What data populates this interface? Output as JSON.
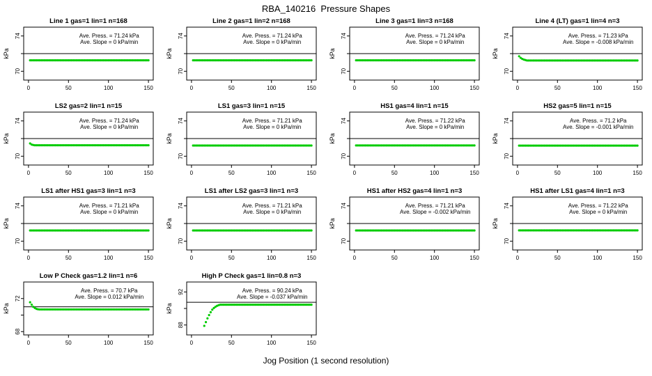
{
  "header": {
    "title": "RBA_140216  Pressure Shapes"
  },
  "footer": {
    "xlabel": "Jog Position (1 second resolution)"
  },
  "colors": {
    "data": "#00cc00",
    "axis": "#000000",
    "background": "#ffffff"
  },
  "chart_data": [
    {
      "type": "scatter",
      "title": "Line 1 gas=1 lin=1 n=168",
      "ylabel": "kPa",
      "xlim": [
        -6,
        156
      ],
      "xticks": [
        0,
        50,
        100,
        150
      ],
      "ylim": [
        69,
        75
      ],
      "ytick_marks": [
        70,
        72,
        74
      ],
      "ytick_labels": [
        70,
        74
      ],
      "ref_lines": [
        72
      ],
      "annotation": {
        "press": "Ave. Press. =  71.24  kPa",
        "slope": "Ave. Slope =  0  kPa/min"
      },
      "series": {
        "x_start": 2,
        "x_end": 150,
        "x_step": 2,
        "y_flat": 71.24,
        "lead_points": []
      }
    },
    {
      "type": "scatter",
      "title": "Line 2 gas=1 lin=2 n=168",
      "ylabel": "kPa",
      "xlim": [
        -6,
        156
      ],
      "xticks": [
        0,
        50,
        100,
        150
      ],
      "ylim": [
        69,
        75
      ],
      "ytick_marks": [
        70,
        72,
        74
      ],
      "ytick_labels": [
        70,
        74
      ],
      "ref_lines": [
        72
      ],
      "annotation": {
        "press": "Ave. Press. =  71.24  kPa",
        "slope": "Ave. Slope =  0  kPa/min"
      },
      "series": {
        "x_start": 2,
        "x_end": 150,
        "x_step": 2,
        "y_flat": 71.24,
        "lead_points": []
      }
    },
    {
      "type": "scatter",
      "title": "Line 3 gas=1 lin=3 n=168",
      "ylabel": "kPa",
      "xlim": [
        -6,
        156
      ],
      "xticks": [
        0,
        50,
        100,
        150
      ],
      "ylim": [
        69,
        75
      ],
      "ytick_marks": [
        70,
        72,
        74
      ],
      "ytick_labels": [
        70,
        74
      ],
      "ref_lines": [
        72
      ],
      "annotation": {
        "press": "Ave. Press. =  71.24  kPa",
        "slope": "Ave. Slope =  0  kPa/min"
      },
      "series": {
        "x_start": 2,
        "x_end": 150,
        "x_step": 2,
        "y_flat": 71.24,
        "lead_points": []
      }
    },
    {
      "type": "scatter",
      "title": "Line 4 (LT) gas=1 lin=4 n=3",
      "ylabel": "kPa",
      "xlim": [
        -6,
        156
      ],
      "xticks": [
        0,
        50,
        100,
        150
      ],
      "ylim": [
        69,
        75
      ],
      "ytick_marks": [
        70,
        72,
        74
      ],
      "ytick_labels": [
        70,
        74
      ],
      "ref_lines": [
        72
      ],
      "annotation": {
        "press": "Ave. Press. =  71.23  kPa",
        "slope": "Ave. Slope =  -0.008  kPa/min"
      },
      "series": {
        "x_start": 2,
        "x_end": 150,
        "x_step": 2,
        "y_flat": 71.22,
        "lead_points": [
          [
            2,
            71.7
          ],
          [
            4,
            71.52
          ],
          [
            6,
            71.4
          ],
          [
            8,
            71.32
          ],
          [
            10,
            71.27
          ]
        ]
      }
    },
    {
      "type": "scatter",
      "title": "LS2 gas=2 lin=1 n=15",
      "ylabel": "kPa",
      "xlim": [
        -6,
        156
      ],
      "xticks": [
        0,
        50,
        100,
        150
      ],
      "ylim": [
        69,
        75
      ],
      "ytick_marks": [
        70,
        72,
        74
      ],
      "ytick_labels": [
        70,
        74
      ],
      "ref_lines": [
        72
      ],
      "annotation": {
        "press": "Ave. Press. =  71.24  kPa",
        "slope": "Ave. Slope =  0  kPa/min"
      },
      "series": {
        "x_start": 2,
        "x_end": 150,
        "x_step": 2,
        "y_flat": 71.24,
        "lead_points": [
          [
            2,
            71.45
          ],
          [
            4,
            71.32
          ],
          [
            6,
            71.27
          ]
        ]
      }
    },
    {
      "type": "scatter",
      "title": "LS1 gas=3 lin=1 n=15",
      "ylabel": "kPa",
      "xlim": [
        -6,
        156
      ],
      "xticks": [
        0,
        50,
        100,
        150
      ],
      "ylim": [
        69,
        75
      ],
      "ytick_marks": [
        70,
        72,
        74
      ],
      "ytick_labels": [
        70,
        74
      ],
      "ref_lines": [
        72
      ],
      "annotation": {
        "press": "Ave. Press. =  71.21  kPa",
        "slope": "Ave. Slope =  0  kPa/min"
      },
      "series": {
        "x_start": 2,
        "x_end": 150,
        "x_step": 2,
        "y_flat": 71.21,
        "lead_points": []
      }
    },
    {
      "type": "scatter",
      "title": "HS1 gas=4 lin=1 n=15",
      "ylabel": "kPa",
      "xlim": [
        -6,
        156
      ],
      "xticks": [
        0,
        50,
        100,
        150
      ],
      "ylim": [
        69,
        75
      ],
      "ytick_marks": [
        70,
        72,
        74
      ],
      "ytick_labels": [
        70,
        74
      ],
      "ref_lines": [
        72
      ],
      "annotation": {
        "press": "Ave. Press. =  71.22  kPa",
        "slope": "Ave. Slope =  0  kPa/min"
      },
      "series": {
        "x_start": 2,
        "x_end": 150,
        "x_step": 2,
        "y_flat": 71.22,
        "lead_points": []
      }
    },
    {
      "type": "scatter",
      "title": "HS2 gas=5 lin=1 n=15",
      "ylabel": "kPa",
      "xlim": [
        -6,
        156
      ],
      "xticks": [
        0,
        50,
        100,
        150
      ],
      "ylim": [
        69,
        75
      ],
      "ytick_marks": [
        70,
        72,
        74
      ],
      "ytick_labels": [
        70,
        74
      ],
      "ref_lines": [
        72
      ],
      "annotation": {
        "press": "Ave. Press. =  71.2  kPa",
        "slope": "Ave. Slope =  -0.001  kPa/min"
      },
      "series": {
        "x_start": 2,
        "x_end": 150,
        "x_step": 2,
        "y_flat": 71.2,
        "lead_points": []
      }
    },
    {
      "type": "scatter",
      "title": "LS1 after HS1 gas=3 lin=1 n=3",
      "ylabel": "kPa",
      "xlim": [
        -6,
        156
      ],
      "xticks": [
        0,
        50,
        100,
        150
      ],
      "ylim": [
        69,
        75
      ],
      "ytick_marks": [
        70,
        72,
        74
      ],
      "ytick_labels": [
        70,
        74
      ],
      "ref_lines": [
        72
      ],
      "annotation": {
        "press": "Ave. Press. =  71.21  kPa",
        "slope": "Ave. Slope =  0  kPa/min"
      },
      "series": {
        "x_start": 2,
        "x_end": 150,
        "x_step": 2,
        "y_flat": 71.21,
        "lead_points": []
      }
    },
    {
      "type": "scatter",
      "title": "LS1 after LS2 gas=3 lin=1 n=3",
      "ylabel": "kPa",
      "xlim": [
        -6,
        156
      ],
      "xticks": [
        0,
        50,
        100,
        150
      ],
      "ylim": [
        69,
        75
      ],
      "ytick_marks": [
        70,
        72,
        74
      ],
      "ytick_labels": [
        70,
        74
      ],
      "ref_lines": [
        72
      ],
      "annotation": {
        "press": "Ave. Press. =  71.21  kPa",
        "slope": "Ave. Slope =  0  kPa/min"
      },
      "series": {
        "x_start": 2,
        "x_end": 150,
        "x_step": 2,
        "y_flat": 71.21,
        "lead_points": []
      }
    },
    {
      "type": "scatter",
      "title": "HS1 after HS2 gas=4 lin=1 n=3",
      "ylabel": "kPa",
      "xlim": [
        -6,
        156
      ],
      "xticks": [
        0,
        50,
        100,
        150
      ],
      "ylim": [
        69,
        75
      ],
      "ytick_marks": [
        70,
        72,
        74
      ],
      "ytick_labels": [
        70,
        74
      ],
      "ref_lines": [
        72
      ],
      "annotation": {
        "press": "Ave. Press. =  71.21  kPa",
        "slope": "Ave. Slope =  -0.002  kPa/min"
      },
      "series": {
        "x_start": 2,
        "x_end": 150,
        "x_step": 2,
        "y_flat": 71.21,
        "lead_points": []
      }
    },
    {
      "type": "scatter",
      "title": "HS1 after LS1 gas=4 lin=1 n=3",
      "ylabel": "kPa",
      "xlim": [
        -6,
        156
      ],
      "xticks": [
        0,
        50,
        100,
        150
      ],
      "ylim": [
        69,
        75
      ],
      "ytick_marks": [
        70,
        72,
        74
      ],
      "ytick_labels": [
        70,
        74
      ],
      "ref_lines": [
        72
      ],
      "annotation": {
        "press": "Ave. Press. =  71.22  kPa",
        "slope": "Ave. Slope =  0  kPa/min"
      },
      "series": {
        "x_start": 2,
        "x_end": 150,
        "x_step": 2,
        "y_flat": 71.22,
        "lead_points": []
      }
    },
    {
      "type": "scatter",
      "title": "Low P Check gas=1.2 lin=1 n=6",
      "ylabel": "kPa",
      "xlim": [
        -6,
        156
      ],
      "xticks": [
        0,
        50,
        100,
        150
      ],
      "ylim": [
        67.6,
        74.0
      ],
      "ytick_marks": [
        68,
        70,
        72
      ],
      "ytick_labels": [
        68,
        72
      ],
      "ref_lines": [
        71
      ],
      "annotation": {
        "press": "Ave. Press. =  70.7  kPa",
        "slope": "Ave. Slope =  0.012  kPa/min"
      },
      "series": {
        "x_start": 2,
        "x_end": 150,
        "x_step": 2,
        "y_flat": 70.68,
        "lead_points": [
          [
            2,
            71.55
          ],
          [
            4,
            71.25
          ],
          [
            6,
            71.0
          ],
          [
            8,
            70.85
          ],
          [
            10,
            70.75
          ],
          [
            12,
            70.7
          ]
        ]
      }
    },
    {
      "type": "scatter",
      "title": "High P Check gas=1 lin=0.8 n=3",
      "ylabel": "kPa",
      "xlim": [
        -6,
        156
      ],
      "xticks": [
        0,
        50,
        100,
        150
      ],
      "ylim": [
        86.8,
        93.2
      ],
      "ytick_marks": [
        88,
        90,
        92
      ],
      "ytick_labels": [
        88,
        92
      ],
      "ref_lines": [
        90.75
      ],
      "annotation": {
        "press": "Ave. Press. =  90.24  kPa",
        "slope": "Ave. Slope =  -0.037  kPa/min"
      },
      "series": {
        "x_start": 16,
        "x_end": 150,
        "x_step": 2,
        "y_flat": 90.45,
        "lead_points": [
          [
            16,
            87.9
          ],
          [
            18,
            88.35
          ],
          [
            20,
            88.8
          ],
          [
            22,
            89.2
          ],
          [
            24,
            89.55
          ],
          [
            26,
            89.85
          ],
          [
            28,
            90.05
          ],
          [
            30,
            90.2
          ],
          [
            32,
            90.32
          ],
          [
            34,
            90.4
          ]
        ]
      }
    }
  ]
}
